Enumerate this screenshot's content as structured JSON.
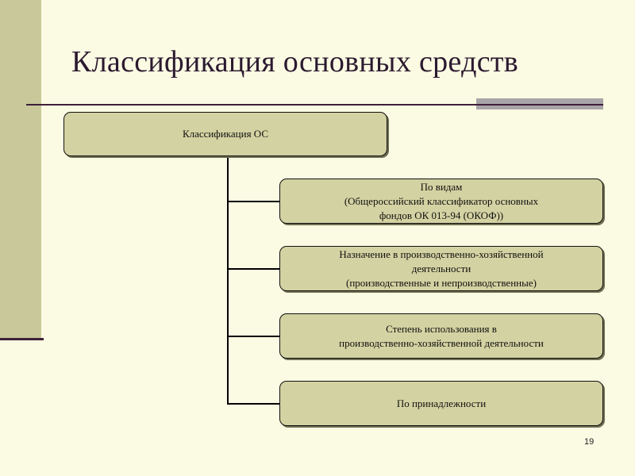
{
  "slide": {
    "title": "Классификация основных средств",
    "page_number": "19"
  },
  "diagram": {
    "root": {
      "label": "Классификация ОС"
    },
    "children": [
      {
        "label": "По видам\n(Общероссийский классификатор основных\nфондов ОК 013-94 (ОКОФ))"
      },
      {
        "label": "Назначение в производственно-хозяйственной\nдеятельности\n(производственные и непроизводственные)"
      },
      {
        "label": "Степень использования в\nпроизводственно-хозяйственной деятельности"
      },
      {
        "label": "По принадлежности"
      }
    ]
  },
  "colors": {
    "background": "#fbfbe3",
    "box_fill": "#d3d2a2",
    "side_bar": "#c8c89a",
    "accent_line": "#3d1f3a",
    "accent_block": "#a8a4a8"
  }
}
